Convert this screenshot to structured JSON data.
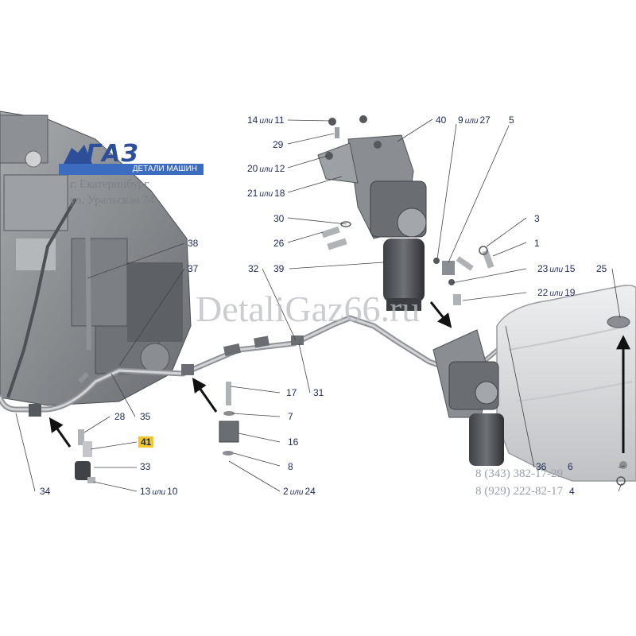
{
  "logo": {
    "brand": "ГАЗ",
    "subtitle": "ДЕТАЛИ МАШИН"
  },
  "address": {
    "city": "г. Екатеринбург",
    "street": "ул. Уральская 74"
  },
  "watermark": "DetaliGaz66.ru",
  "phones": [
    "8 (343) 382-17-29",
    "8 (929) 222-82-17"
  ],
  "ili": "или",
  "labels": {
    "l14": "14",
    "l11": "11",
    "l29": "29",
    "l20": "20",
    "l12": "12",
    "l21": "21",
    "l18": "18",
    "l30": "30",
    "l26": "26",
    "l40": "40",
    "l9": "9",
    "l27": "27",
    "l5": "5",
    "l3": "3",
    "l1": "1",
    "l23": "23",
    "l15": "15",
    "l22": "22",
    "l19": "19",
    "l25": "25",
    "l32": "32",
    "l39": "39",
    "l38": "38",
    "l37": "37",
    "l17": "17",
    "l31": "31",
    "l7": "7",
    "l16": "16",
    "l8": "8",
    "l2": "2",
    "l24": "24",
    "l28": "28",
    "l35": "35",
    "l41": "41",
    "l33": "33",
    "l13": "13",
    "l10": "10",
    "l34": "34",
    "l36": "36",
    "l6": "6",
    "l4": "4"
  },
  "colors": {
    "label": "#1e2a5a",
    "highlight": "#f2c62c",
    "part_light": "#d4d6d8",
    "part_dark": "#5a5d61",
    "leader": "#444444"
  }
}
